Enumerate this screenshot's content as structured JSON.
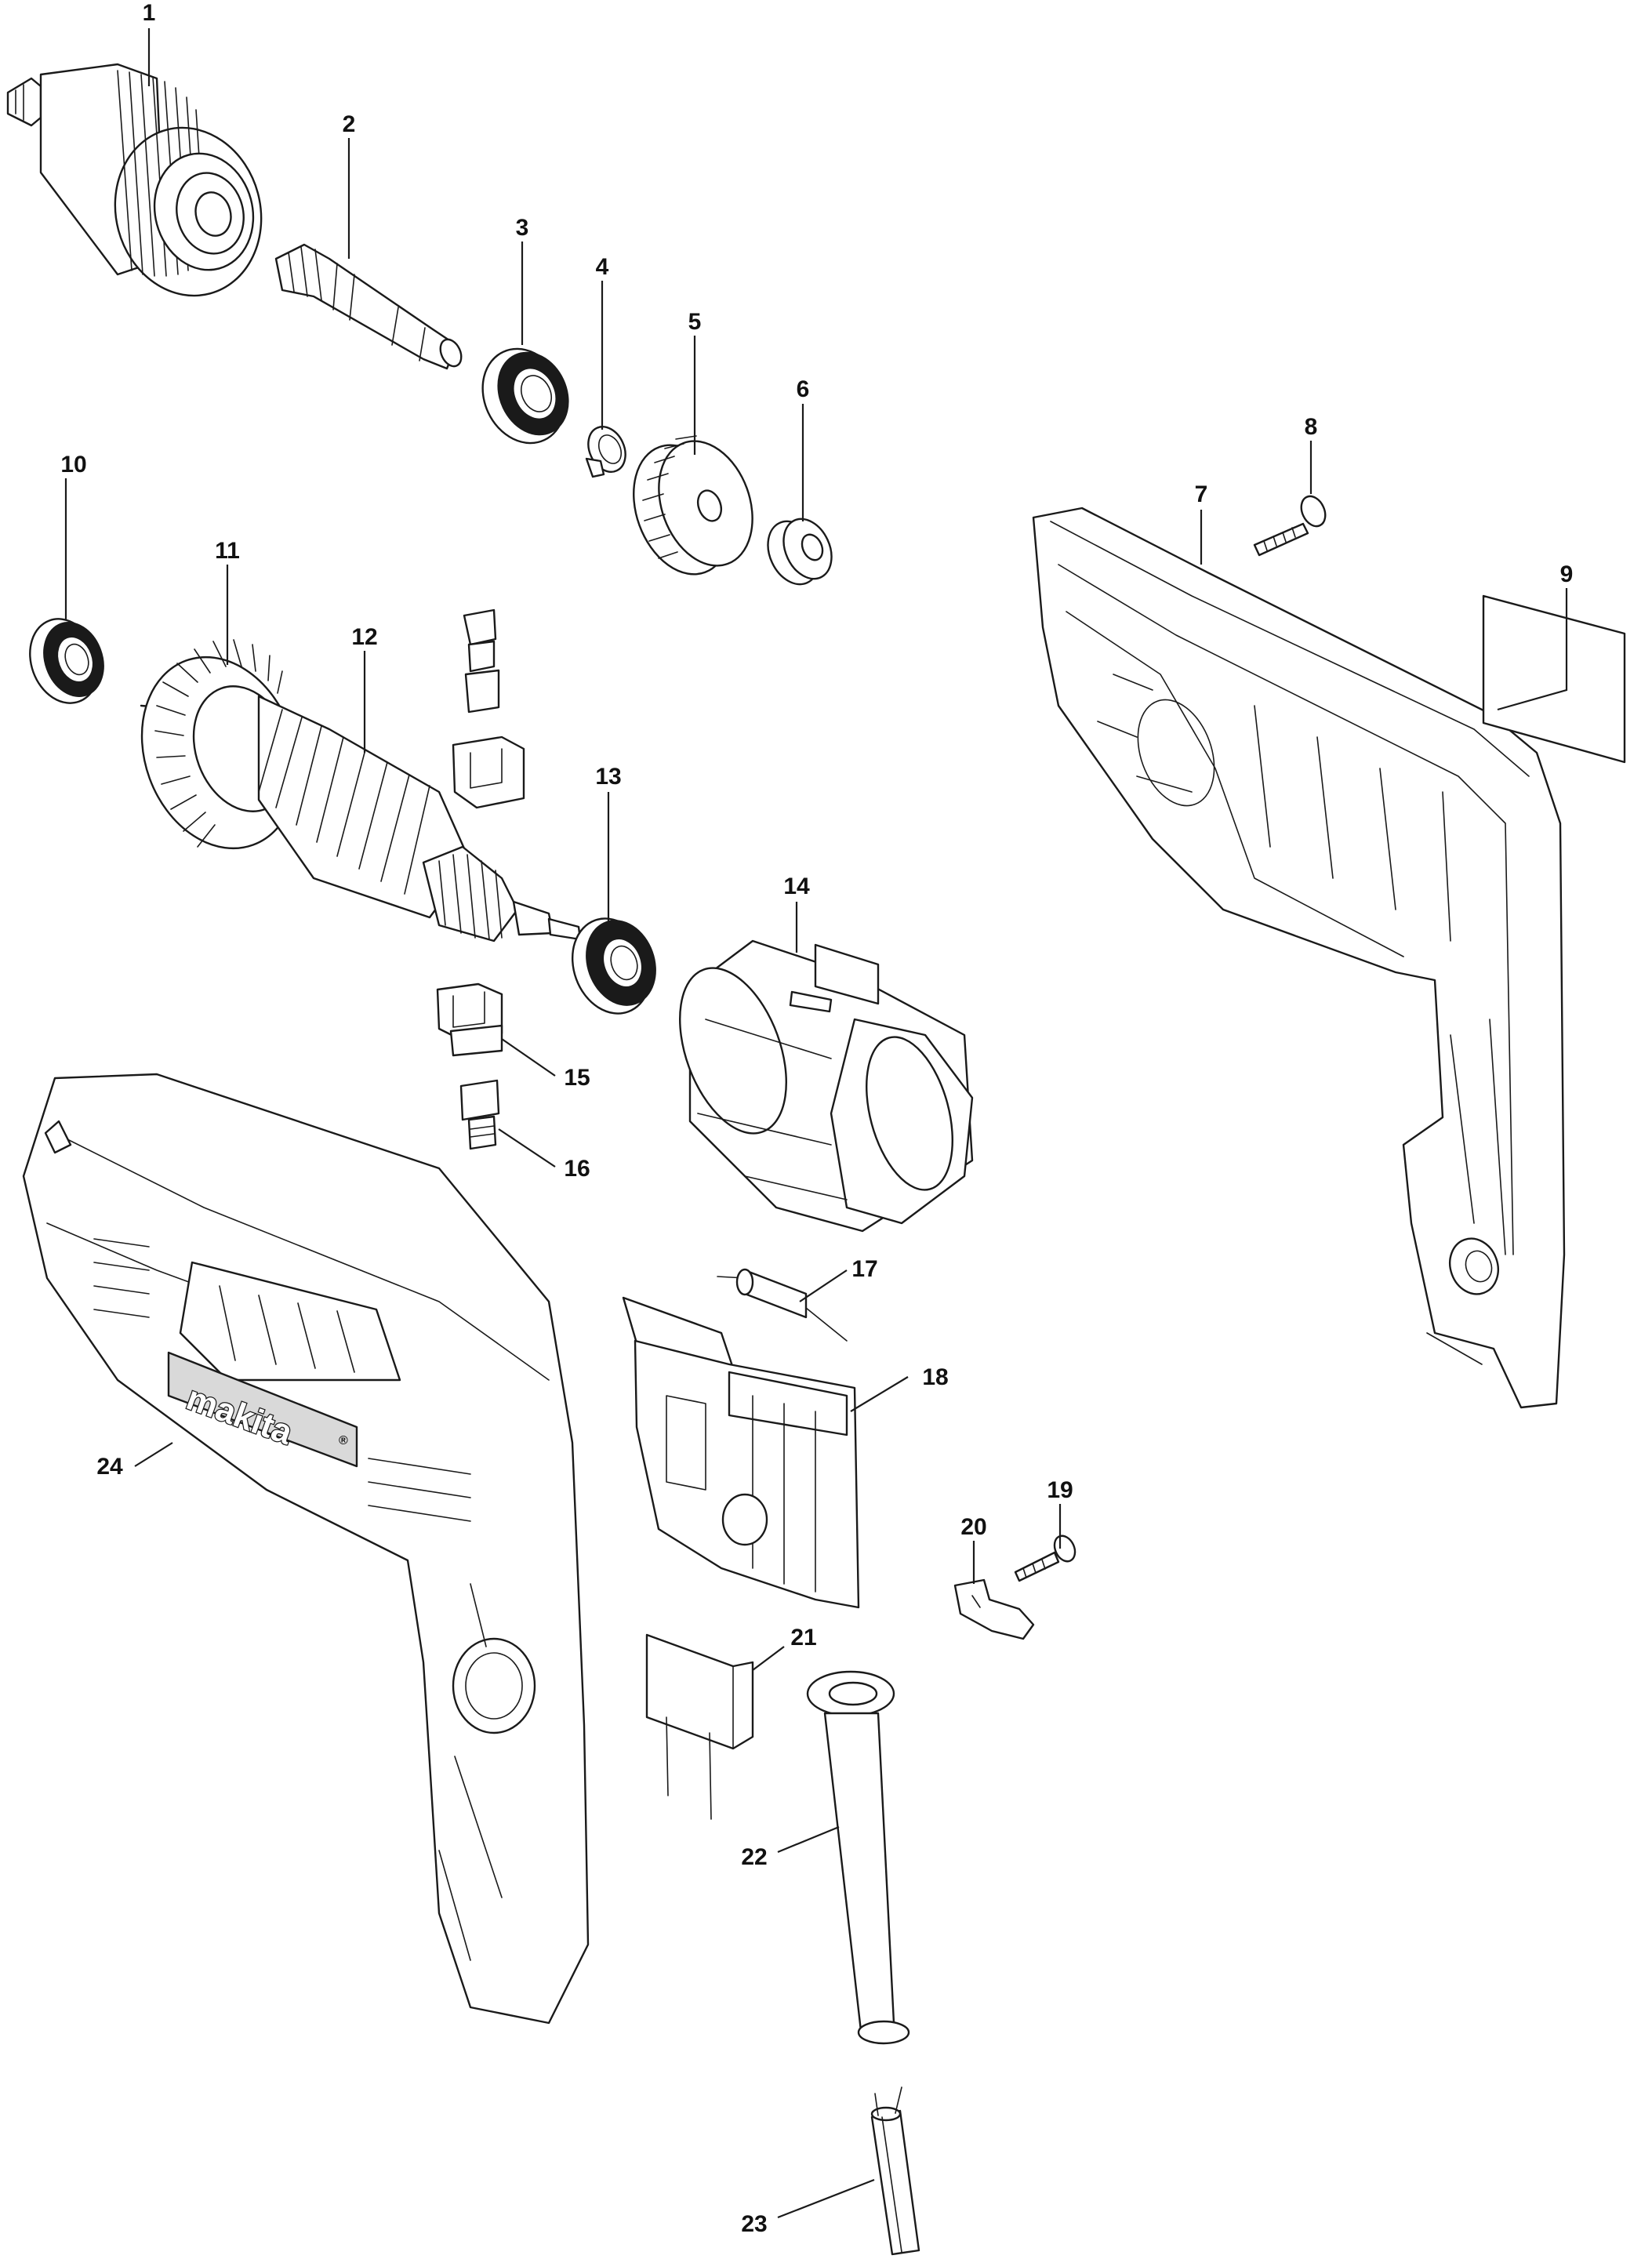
{
  "callouts": [
    {
      "id": "p1",
      "label": "1",
      "part": "chuck"
    },
    {
      "id": "p2",
      "label": "2",
      "part": "spindle"
    },
    {
      "id": "p3",
      "label": "3",
      "part": "ball-bearing"
    },
    {
      "id": "p4",
      "label": "4",
      "part": "retaining-ring"
    },
    {
      "id": "p5",
      "label": "5",
      "part": "spur-gear"
    },
    {
      "id": "p6",
      "label": "6",
      "part": "ball-bearing"
    },
    {
      "id": "p7",
      "label": "7",
      "part": "housing-half"
    },
    {
      "id": "p8",
      "label": "8",
      "part": "tapping-screw"
    },
    {
      "id": "p9",
      "label": "9",
      "part": "name-plate"
    },
    {
      "id": "p10",
      "label": "10",
      "part": "ball-bearing"
    },
    {
      "id": "p11",
      "label": "11",
      "part": "fan"
    },
    {
      "id": "p12",
      "label": "12",
      "part": "armature"
    },
    {
      "id": "p13",
      "label": "13",
      "part": "ball-bearing"
    },
    {
      "id": "p14",
      "label": "14",
      "part": "field"
    },
    {
      "id": "p15",
      "label": "15",
      "part": "brush-holder"
    },
    {
      "id": "p16",
      "label": "16",
      "part": "carbon-brush"
    },
    {
      "id": "p17",
      "label": "17",
      "part": "capacitor"
    },
    {
      "id": "p18",
      "label": "18",
      "part": "switch"
    },
    {
      "id": "p19",
      "label": "19",
      "part": "tapping-screw"
    },
    {
      "id": "p20",
      "label": "20",
      "part": "strain-relief"
    },
    {
      "id": "p21",
      "label": "21",
      "part": "noise-suppressor"
    },
    {
      "id": "p22",
      "label": "22",
      "part": "cord-guard"
    },
    {
      "id": "p23",
      "label": "23",
      "part": "cord"
    },
    {
      "id": "p24",
      "label": "24",
      "part": "housing-set"
    }
  ],
  "logo": {
    "text": "makita",
    "registered": "®"
  }
}
